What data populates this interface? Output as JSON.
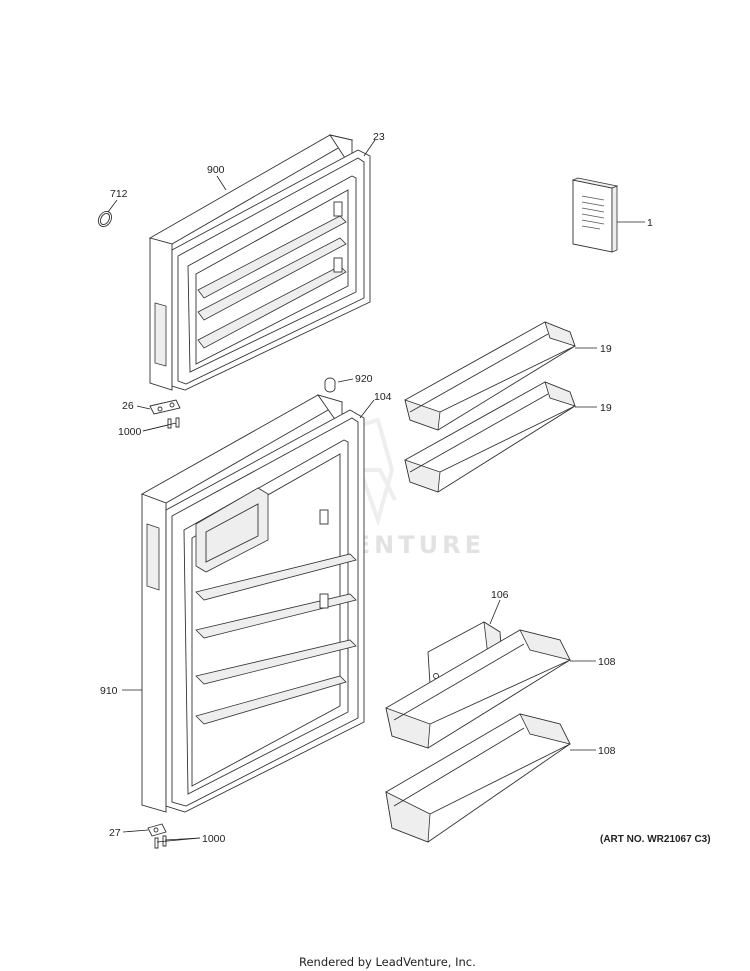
{
  "callouts": [
    {
      "id": "712",
      "text": "712"
    },
    {
      "id": "900",
      "text": "900"
    },
    {
      "id": "23",
      "text": "23"
    },
    {
      "id": "1",
      "text": "1"
    },
    {
      "id": "19a",
      "text": "19"
    },
    {
      "id": "19b",
      "text": "19"
    },
    {
      "id": "920",
      "text": "920"
    },
    {
      "id": "104",
      "text": "104"
    },
    {
      "id": "26",
      "text": "26"
    },
    {
      "id": "1000a",
      "text": "1000"
    },
    {
      "id": "106",
      "text": "106"
    },
    {
      "id": "108a",
      "text": "108"
    },
    {
      "id": "108b",
      "text": "108"
    },
    {
      "id": "910",
      "text": "910"
    },
    {
      "id": "27",
      "text": "27"
    },
    {
      "id": "1000b",
      "text": "1000"
    }
  ],
  "art_number": "(ART NO. WR21067 C3)",
  "watermark": "LEADVENTURE",
  "footer": "Rendered by LeadVenture, Inc."
}
